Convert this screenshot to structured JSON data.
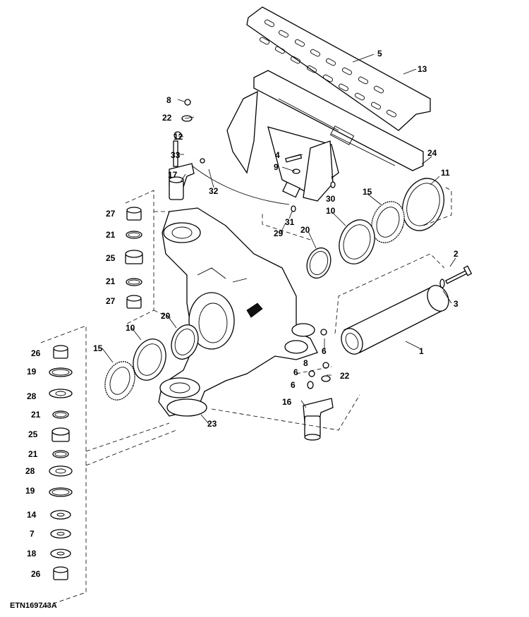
{
  "reference_code": "ETN169743A",
  "part_labels": [
    {
      "id": "label-5",
      "text": "5"
    },
    {
      "id": "label-13",
      "text": "13"
    },
    {
      "id": "label-8-top",
      "text": "8"
    },
    {
      "id": "label-22-top",
      "text": "22"
    },
    {
      "id": "label-12",
      "text": "12"
    },
    {
      "id": "label-33",
      "text": "33"
    },
    {
      "id": "label-17",
      "text": "17"
    },
    {
      "id": "label-32",
      "text": "32"
    },
    {
      "id": "label-4",
      "text": "4"
    },
    {
      "id": "label-9",
      "text": "9"
    },
    {
      "id": "label-30",
      "text": "30"
    },
    {
      "id": "label-24",
      "text": "24"
    },
    {
      "id": "label-11",
      "text": "11"
    },
    {
      "id": "label-15-right",
      "text": "15"
    },
    {
      "id": "label-10-right",
      "text": "10"
    },
    {
      "id": "label-31",
      "text": "31"
    },
    {
      "id": "label-29",
      "text": "29"
    },
    {
      "id": "label-20-right",
      "text": "20"
    },
    {
      "id": "label-27-top",
      "text": "27"
    },
    {
      "id": "label-21-a",
      "text": "21"
    },
    {
      "id": "label-25-a",
      "text": "25"
    },
    {
      "id": "label-21-b",
      "text": "21"
    },
    {
      "id": "label-27-bottom",
      "text": "27"
    },
    {
      "id": "label-2",
      "text": "2"
    },
    {
      "id": "label-3",
      "text": "3"
    },
    {
      "id": "label-1",
      "text": "1"
    },
    {
      "id": "label-20-left",
      "text": "20"
    },
    {
      "id": "label-10-left",
      "text": "10"
    },
    {
      "id": "label-15-left",
      "text": "15"
    },
    {
      "id": "label-6-a",
      "text": "6"
    },
    {
      "id": "label-8-bottom",
      "text": "8"
    },
    {
      "id": "label-6-b",
      "text": "6"
    },
    {
      "id": "label-22-bottom",
      "text": "22"
    },
    {
      "id": "label-6-c",
      "text": "6"
    },
    {
      "id": "label-16",
      "text": "16"
    },
    {
      "id": "label-23",
      "text": "23"
    },
    {
      "id": "label-26-top",
      "text": "26"
    },
    {
      "id": "label-19-top",
      "text": "19"
    },
    {
      "id": "label-28-top",
      "text": "28"
    },
    {
      "id": "label-21-c",
      "text": "21"
    },
    {
      "id": "label-25-b",
      "text": "25"
    },
    {
      "id": "label-21-d",
      "text": "21"
    },
    {
      "id": "label-28-bottom",
      "text": "28"
    },
    {
      "id": "label-19-bottom",
      "text": "19"
    },
    {
      "id": "label-14",
      "text": "14"
    },
    {
      "id": "label-7",
      "text": "7"
    },
    {
      "id": "label-18",
      "text": "18"
    },
    {
      "id": "label-26-bottom",
      "text": "26"
    }
  ]
}
